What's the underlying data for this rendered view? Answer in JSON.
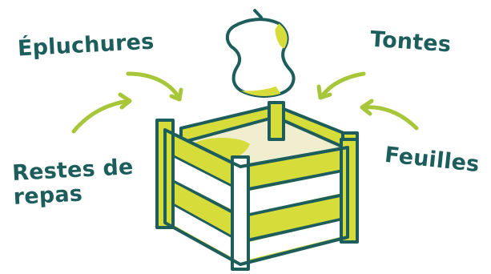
{
  "labels": {
    "epluchures": "Épluchures",
    "tontes": "Tontes",
    "feuilles": "Feuilles",
    "restes_line1": "Restes de",
    "restes_line2": "repas"
  },
  "icons": [
    "apple-core-icon",
    "arrow-icon",
    "compost-bin-icon"
  ],
  "colors": {
    "text": "#1d5d5b",
    "arrow": "#a8c63a",
    "fill": "#d6dd3a",
    "outline": "#1d5d5b",
    "soil": "#f1edcf"
  }
}
